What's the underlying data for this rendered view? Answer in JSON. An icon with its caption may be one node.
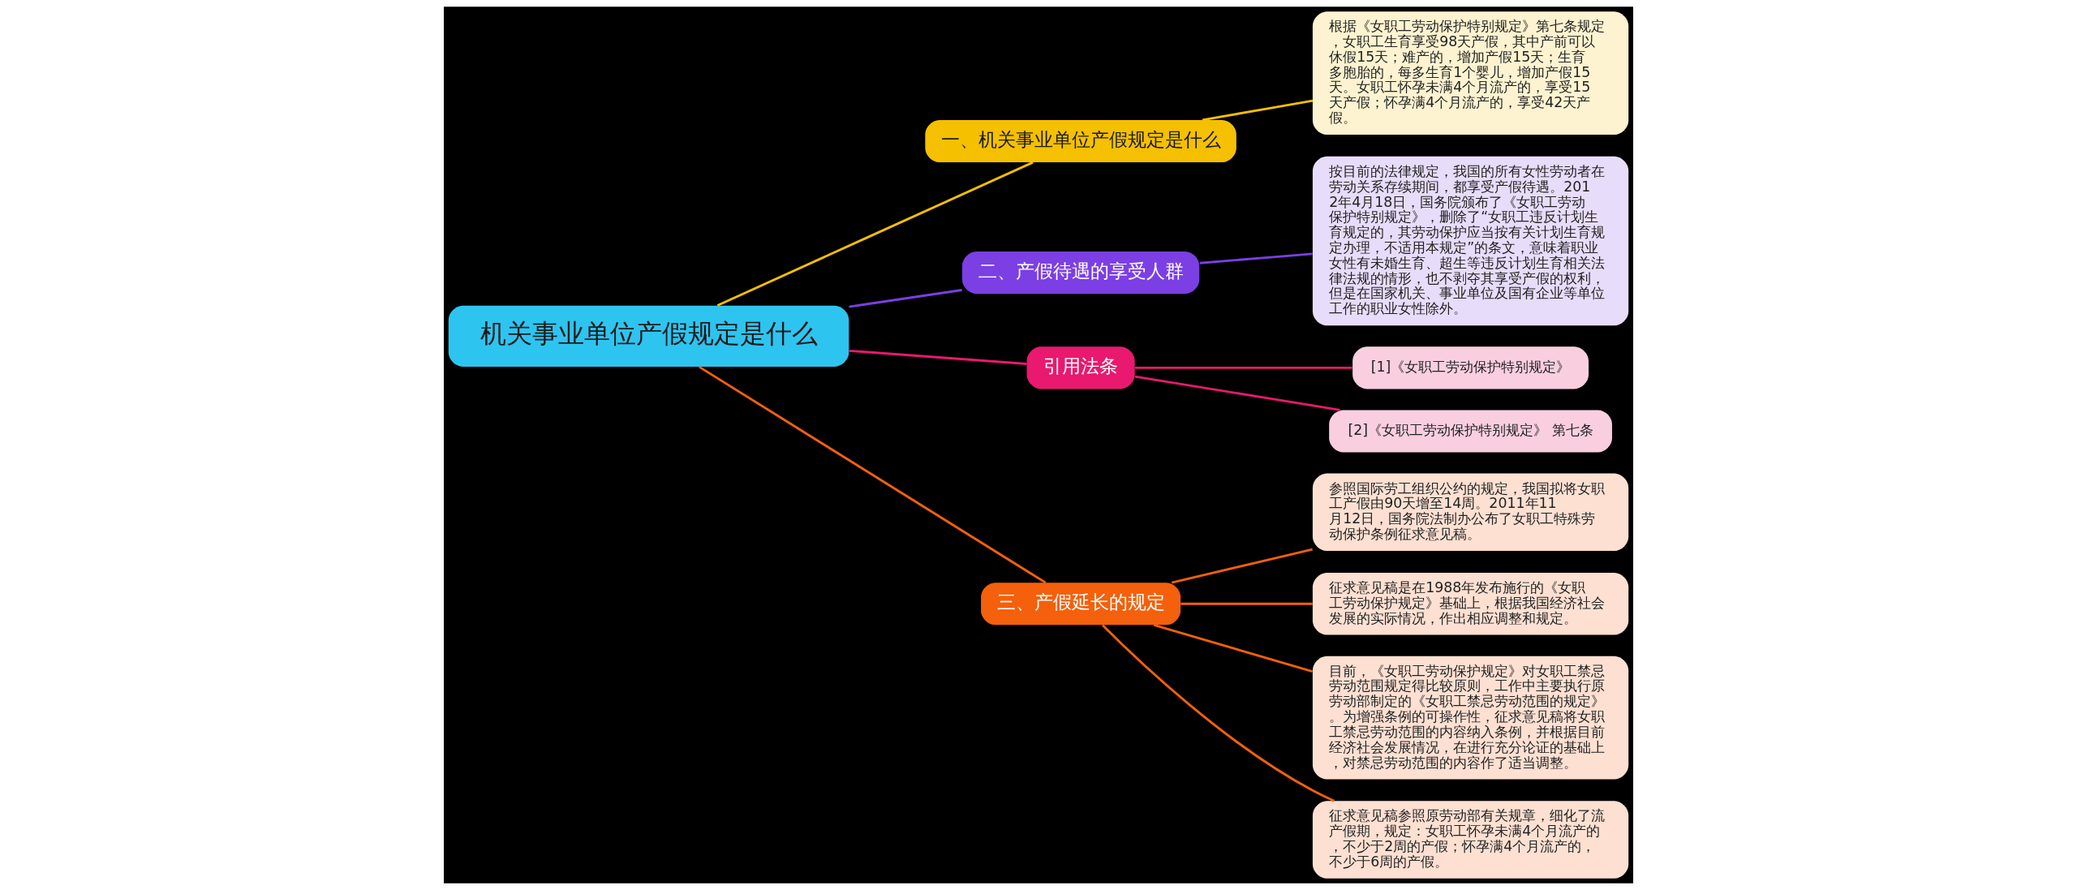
{
  "diagram": {
    "nodes": [
      {
        "text": [
          "机关事业单位产假规定是什么"
        ]
      },
      {
        "text": [
          "一、机关事业单位产假规定是什么"
        ]
      },
      {
        "text": [
          "根据《女职工劳动保护特别规定》第七条规定，女职工生育享受98天产假，其中产前可以休假15天；难产的，增加产假15天；生育多胞胎的，每多生育1个婴儿，增加产假15天。女职工怀孕未满4个月流产的，享受15天产假；怀孕满4个月流产的，享受42天产假。"
        ]
      },
      {
        "text": [
          "二、产假待遇的享受人群"
        ]
      },
      {
        "text": [
          "按目前的法律规定，我国的所有女性劳动者在劳动关系存续期间，都享受产假待遇。2012年4月18日，国务院颁布了《女职工劳动保护特别规定》，删除了“女职工违反计划生育规定的，其劳动保护应当按有关计划生育规定办理，不适用本规定”的条文，意味着职业女性有未婚生育、超生等违反计划生育相关法律法规的情形，也不剥夺其享受产假的权利，但是在国家机关、事业单位及国有企业等单位工作的职业女性除外。"
        ]
      },
      {
        "text": [
          "引用法条"
        ]
      },
      {
        "text": [
          "[1]《女职工劳动保护特别规定》"
        ]
      },
      {
        "text": [
          "[2]《女职工劳动保护特别规定》 第七条"
        ]
      },
      {
        "text": [
          "三、产假延长的规定"
        ]
      },
      {
        "text": [
          "参照国际劳工组织公约的规定，我国拟将女职工产假由90天增至14周。2011年11月12日，国务院法制办公布了女职工特殊劳动保护条例征求意见稿。"
        ]
      },
      {
        "text": [
          "征求意见稿是在1988年发布施行的《女职工劳动保护规定》基础上，根据我国经济社会发展的实际情况，作出相应调整和规定。"
        ]
      },
      {
        "text": [
          "目前，《女职工劳动保护规定》对女职工禁忌劳动范围规定得比较原则，工作中主要执行原劳动部制定的《女职工禁忌劳动范围的规定》。为增强条例的可操作性，征求意见稿将女职工禁忌劳动范围的内容纳入条例，并根据目前经济社会发展情况，在进行充分论证的基础上，对禁忌劳动范围的内容作了适当调整。"
        ]
      },
      {
        "text": [
          "征求意见稿参照原劳动部有关规章，细化了流产假期，规定：女职工怀孕未满4个月流产的，不少于2周的产假；怀孕满4个月流产的，不少于6周的产假。"
        ]
      }
    ],
    "edges": [
      {
        "from": 0,
        "to": 1,
        "arrow": "none",
        "color": "#f5c000"
      },
      {
        "from": 1,
        "to": 2,
        "arrow": "none",
        "color": "#f5c000"
      },
      {
        "from": 0,
        "to": 3,
        "arrow": "none",
        "color": "#7b3fe4"
      },
      {
        "from": 3,
        "to": 4,
        "arrow": "none",
        "color": "#7b3fe4"
      },
      {
        "from": 0,
        "to": 5,
        "arrow": "none",
        "color": "#e8196e"
      },
      {
        "from": 5,
        "to": 6,
        "arrow": "none",
        "color": "#e8196e"
      },
      {
        "from": 5,
        "to": 7,
        "arrow": "none",
        "color": "#e8196e"
      },
      {
        "from": 0,
        "to": 8,
        "arrow": "none",
        "color": "#f4600c"
      },
      {
        "from": 8,
        "to": 9,
        "arrow": "none",
        "color": "#f4600c"
      },
      {
        "from": 8,
        "to": 10,
        "arrow": "none",
        "color": "#f4600c"
      },
      {
        "from": 8,
        "to": 11,
        "arrow": "none",
        "color": "#f4600c"
      },
      {
        "from": 8,
        "to": 12,
        "arrow": "none",
        "color": "#f4600c"
      }
    ]
  }
}
